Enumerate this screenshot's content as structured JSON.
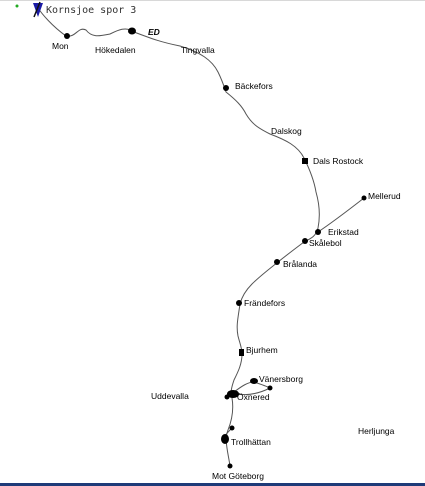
{
  "map": {
    "track_label": "Kornsjoe spor 3",
    "track_color": "#555555",
    "station_color": "#000000",
    "marker_color": "#1a1aa6",
    "places": [
      {
        "name": "Mon",
        "style": "normal"
      },
      {
        "name": "Hökedalen",
        "style": "normal"
      },
      {
        "name": "ED",
        "style": "bold-italic"
      },
      {
        "name": "Tingvalla",
        "style": "normal"
      },
      {
        "name": "Bäckefors",
        "style": "normal"
      },
      {
        "name": "Dalskog",
        "style": "normal"
      },
      {
        "name": "Dals Rostock",
        "style": "normal"
      },
      {
        "name": "Mellerud",
        "style": "normal"
      },
      {
        "name": "Erikstad",
        "style": "normal"
      },
      {
        "name": "Skålebol",
        "style": "normal"
      },
      {
        "name": "Brålanda",
        "style": "normal"
      },
      {
        "name": "Frändefors",
        "style": "normal"
      },
      {
        "name": "Bjurhem",
        "style": "normal"
      },
      {
        "name": "Vänersborg",
        "style": "normal"
      },
      {
        "name": "Uddevalla",
        "style": "normal"
      },
      {
        "name": "Öxnered",
        "style": "normal"
      },
      {
        "name": "Herljunga",
        "style": "normal"
      },
      {
        "name": "Trollhättan",
        "style": "normal"
      },
      {
        "name": "Mot Göteborg",
        "style": "normal"
      }
    ]
  }
}
